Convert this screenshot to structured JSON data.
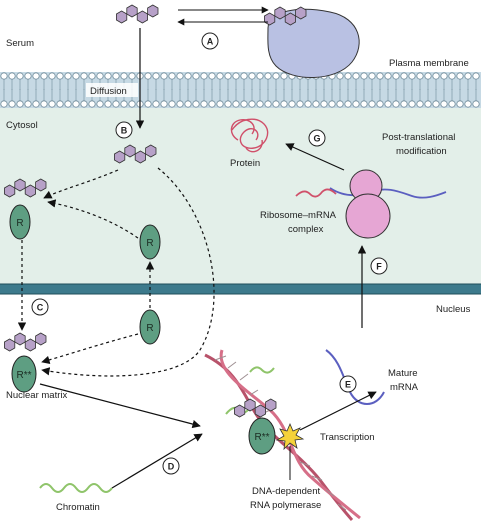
{
  "labels": {
    "serum": "Serum",
    "plasma_membrane": "Plasma membrane",
    "diffusion": "Diffusion",
    "cytosol": "Cytosol",
    "protein": "Protein",
    "post_translational_1": "Post-translational",
    "post_translational_2": "modification",
    "ribosome_1": "Ribosome–mRNA",
    "ribosome_2": "complex",
    "nucleus": "Nucleus",
    "nuclear_matrix": "Nuclear matrix",
    "mature_1": "Mature",
    "mature_2": "mRNA",
    "transcription": "Transcription",
    "polymerase_1": "DNA-dependent",
    "polymerase_2": "RNA polymerase",
    "chromatin": "Chromatin"
  },
  "step_markers": [
    "A",
    "B",
    "C",
    "D",
    "E",
    "F",
    "G"
  ],
  "receptor_labels": {
    "free_receptor": "R",
    "bound_receptor": "R",
    "activated_receptor": "R**"
  },
  "colors": {
    "cytosol": "#e3efe9",
    "membrane_band": "#b9d0dd",
    "nuclear_band": "#3d7a8c",
    "receptor": "#5e9e82",
    "hormone": "#b7a1c8",
    "carrier_protein": "#b9c1e3",
    "ribosome": "#e6a6d4",
    "mrna": "#5b5fc0",
    "dna": "#b8526a",
    "protein": "#d0506a"
  }
}
